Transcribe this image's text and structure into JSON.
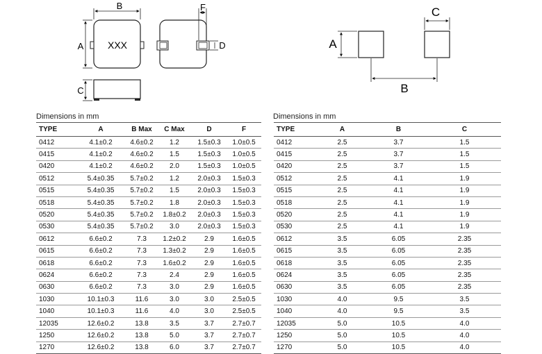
{
  "drawing_left": {
    "labels": {
      "a": "A",
      "b": "B",
      "c": "C",
      "d": "D",
      "f": "F",
      "marking": "XXX"
    }
  },
  "drawing_right": {
    "labels": {
      "a": "A",
      "b": "B",
      "c": "C"
    }
  },
  "left_table": {
    "caption": "Dimensions in mm",
    "headers": [
      "TYPE",
      "A",
      "B Max",
      "C Max",
      "D",
      "F"
    ],
    "rows": [
      [
        "0412",
        "4.1±0.2",
        "4.6±0.2",
        "1.2",
        "1.5±0.3",
        "1.0±0.5"
      ],
      [
        "0415",
        "4.1±0.2",
        "4.6±0.2",
        "1.5",
        "1.5±0.3",
        "1.0±0.5"
      ],
      [
        "0420",
        "4.1±0.2",
        "4.6±0.2",
        "2.0",
        "1.5±0.3",
        "1.0±0.5"
      ],
      [
        "0512",
        "5.4±0.35",
        "5.7±0.2",
        "1.2",
        "2.0±0.3",
        "1.5±0.3"
      ],
      [
        "0515",
        "5.4±0.35",
        "5.7±0.2",
        "1.5",
        "2.0±0.3",
        "1.5±0.3"
      ],
      [
        "0518",
        "5.4±0.35",
        "5.7±0.2",
        "1.8",
        "2.0±0.3",
        "1.5±0.3"
      ],
      [
        "0520",
        "5.4±0.35",
        "5.7±0.2",
        "1.8±0.2",
        "2.0±0.3",
        "1.5±0.3"
      ],
      [
        "0530",
        "5.4±0.35",
        "5.7±0.2",
        "3.0",
        "2.0±0.3",
        "1.5±0.3"
      ],
      [
        "0612",
        "6.6±0.2",
        "7.3",
        "1.2±0.2",
        "2.9",
        "1.6±0.5"
      ],
      [
        "0615",
        "6.6±0.2",
        "7.3",
        "1.3±0.2",
        "2.9",
        "1.6±0.5"
      ],
      [
        "0618",
        "6.6±0.2",
        "7.3",
        "1.6±0.2",
        "2.9",
        "1.6±0.5"
      ],
      [
        "0624",
        "6.6±0.2",
        "7.3",
        "2.4",
        "2.9",
        "1.6±0.5"
      ],
      [
        "0630",
        "6.6±0.2",
        "7.3",
        "3.0",
        "2.9",
        "1.6±0.5"
      ],
      [
        "1030",
        "10.1±0.3",
        "11.6",
        "3.0",
        "3.0",
        "2.5±0.5"
      ],
      [
        "1040",
        "10.1±0.3",
        "11.6",
        "4.0",
        "3.0",
        "2.5±0.5"
      ],
      [
        "12035",
        "12.6±0.2",
        "13.8",
        "3.5",
        "3.7",
        "2.7±0.7"
      ],
      [
        "1250",
        "12.6±0.2",
        "13.8",
        "5.0",
        "3.7",
        "2.7±0.7"
      ],
      [
        "1270",
        "12.6±0.2",
        "13.8",
        "6.0",
        "3.7",
        "2.7±0.7"
      ]
    ]
  },
  "right_table": {
    "caption": "Dimensions in mm",
    "headers": [
      "TYPE",
      "A",
      "B",
      "C"
    ],
    "rows": [
      [
        "0412",
        "2.5",
        "3.7",
        "1.5"
      ],
      [
        "0415",
        "2.5",
        "3.7",
        "1.5"
      ],
      [
        "0420",
        "2.5",
        "3.7",
        "1.5"
      ],
      [
        "0512",
        "2.5",
        "4.1",
        "1.9"
      ],
      [
        "0515",
        "2.5",
        "4.1",
        "1.9"
      ],
      [
        "0518",
        "2.5",
        "4.1",
        "1.9"
      ],
      [
        "0520",
        "2.5",
        "4.1",
        "1.9"
      ],
      [
        "0530",
        "2.5",
        "4.1",
        "1.9"
      ],
      [
        "0612",
        "3.5",
        "6.05",
        "2.35"
      ],
      [
        "0615",
        "3.5",
        "6.05",
        "2.35"
      ],
      [
        "0618",
        "3.5",
        "6.05",
        "2.35"
      ],
      [
        "0624",
        "3.5",
        "6.05",
        "2.35"
      ],
      [
        "0630",
        "3.5",
        "6.05",
        "2.35"
      ],
      [
        "1030",
        "4.0",
        "9.5",
        "3.5"
      ],
      [
        "1040",
        "4.0",
        "9.5",
        "3.5"
      ],
      [
        "12035",
        "5.0",
        "10.5",
        "4.0"
      ],
      [
        "1250",
        "5.0",
        "10.5",
        "4.0"
      ],
      [
        "1270",
        "5.0",
        "10.5",
        "4.0"
      ]
    ]
  }
}
